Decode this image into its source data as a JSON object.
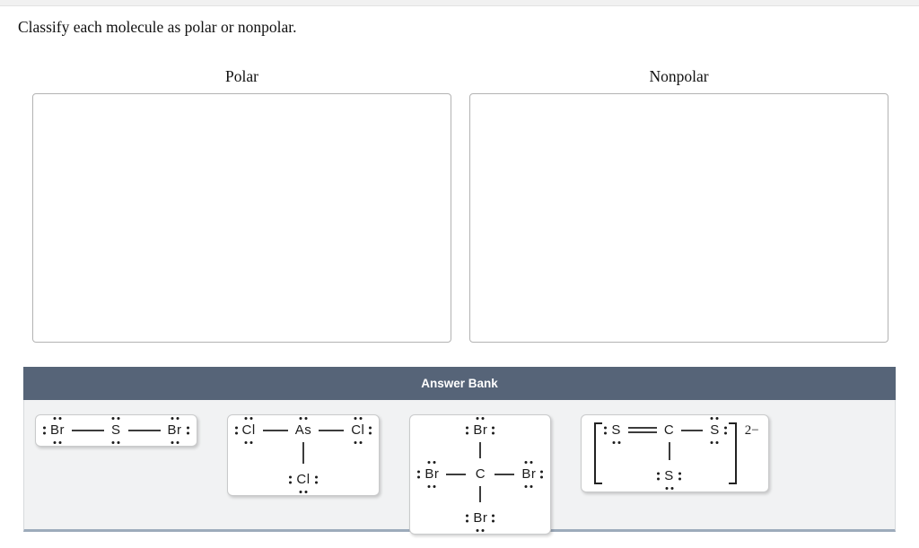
{
  "page": {
    "title": "Classify each molecule as polar or nonpolar."
  },
  "bins": [
    {
      "id": "polar",
      "label": "Polar"
    },
    {
      "id": "nonpolar",
      "label": "Nonpolar"
    }
  ],
  "answer_bank": {
    "title": "Answer Bank",
    "items": [
      {
        "name": "sbr2",
        "bracket": false,
        "charge": "",
        "rows": [
          [
            {
              "t": "atom",
              "label": "Br",
              "dots": [
                "left",
                "top",
                "bottom"
              ]
            },
            {
              "t": "hbond",
              "w": 36
            },
            {
              "t": "atom",
              "label": "S",
              "dots": [
                "top",
                "bottom"
              ]
            },
            {
              "t": "hbond",
              "w": 36
            },
            {
              "t": "atom",
              "label": "Br",
              "dots": [
                "top",
                "right",
                "bottom"
              ]
            }
          ]
        ]
      },
      {
        "name": "ascl3",
        "bracket": false,
        "charge": "",
        "rows": [
          [
            {
              "t": "atom",
              "label": "Cl",
              "dots": [
                "left",
                "top",
                "bottom"
              ]
            },
            {
              "t": "hbond",
              "w": 28
            },
            {
              "t": "atom",
              "label": "As",
              "dots": [
                "top"
              ]
            },
            {
              "t": "hbond",
              "w": 28
            },
            {
              "t": "atom",
              "label": "Cl",
              "dots": [
                "top",
                "right",
                "bottom"
              ]
            }
          ],
          [
            {
              "t": "gap"
            },
            {
              "t": "gap"
            },
            {
              "t": "vbond",
              "h": 24
            },
            {
              "t": "gap"
            },
            {
              "t": "gap"
            }
          ],
          [
            {
              "t": "gap"
            },
            {
              "t": "gap"
            },
            {
              "t": "atom",
              "label": "Cl",
              "dots": [
                "left",
                "right",
                "bottom"
              ]
            },
            {
              "t": "gap"
            },
            {
              "t": "gap"
            }
          ]
        ]
      },
      {
        "name": "cbr4",
        "bracket": false,
        "charge": "",
        "rows": [
          [
            {
              "t": "gap"
            },
            {
              "t": "gap"
            },
            {
              "t": "atom",
              "label": "Br",
              "dots": [
                "left",
                "top",
                "right"
              ]
            },
            {
              "t": "gap"
            },
            {
              "t": "gap"
            }
          ],
          [
            {
              "t": "gap"
            },
            {
              "t": "gap"
            },
            {
              "t": "vbond",
              "h": 18
            },
            {
              "t": "gap"
            },
            {
              "t": "gap"
            }
          ],
          [
            {
              "t": "atom",
              "label": "Br",
              "dots": [
                "left",
                "top",
                "bottom"
              ]
            },
            {
              "t": "hbond",
              "w": 22
            },
            {
              "t": "atom",
              "label": "C",
              "dots": []
            },
            {
              "t": "hbond",
              "w": 22
            },
            {
              "t": "atom",
              "label": "Br",
              "dots": [
                "top",
                "right",
                "bottom"
              ]
            }
          ],
          [
            {
              "t": "gap"
            },
            {
              "t": "gap"
            },
            {
              "t": "vbond",
              "h": 18
            },
            {
              "t": "gap"
            },
            {
              "t": "gap"
            }
          ],
          [
            {
              "t": "gap"
            },
            {
              "t": "gap"
            },
            {
              "t": "atom",
              "label": "Br",
              "dots": [
                "left",
                "right",
                "bottom"
              ]
            },
            {
              "t": "gap"
            },
            {
              "t": "gap"
            }
          ]
        ]
      },
      {
        "name": "cs3-2minus",
        "bracket": true,
        "charge": "2−",
        "rows": [
          [
            {
              "t": "atom",
              "label": "S",
              "dots": [
                "left",
                "bottom"
              ]
            },
            {
              "t": "dbond",
              "w": 32
            },
            {
              "t": "atom",
              "label": "C",
              "dots": []
            },
            {
              "t": "hbond",
              "w": 24
            },
            {
              "t": "atom",
              "label": "S",
              "dots": [
                "top",
                "right",
                "bottom"
              ]
            }
          ],
          [
            {
              "t": "gap"
            },
            {
              "t": "gap"
            },
            {
              "t": "vbond",
              "h": 20
            },
            {
              "t": "gap"
            },
            {
              "t": "gap"
            }
          ],
          [
            {
              "t": "gap"
            },
            {
              "t": "gap"
            },
            {
              "t": "atom",
              "label": "S",
              "dots": [
                "left",
                "right",
                "bottom"
              ]
            },
            {
              "t": "gap"
            },
            {
              "t": "gap"
            }
          ]
        ]
      }
    ]
  },
  "colors": {
    "bank_header_bg": "#566478",
    "bank_header_text": "#ffffff",
    "bank_body_bg": "#f1f2f3",
    "bank_bottom_border": "#9dabbb",
    "bin_border": "#b3b3b3",
    "tile_border": "#c9cacb",
    "bond": "#3c3c3c"
  }
}
